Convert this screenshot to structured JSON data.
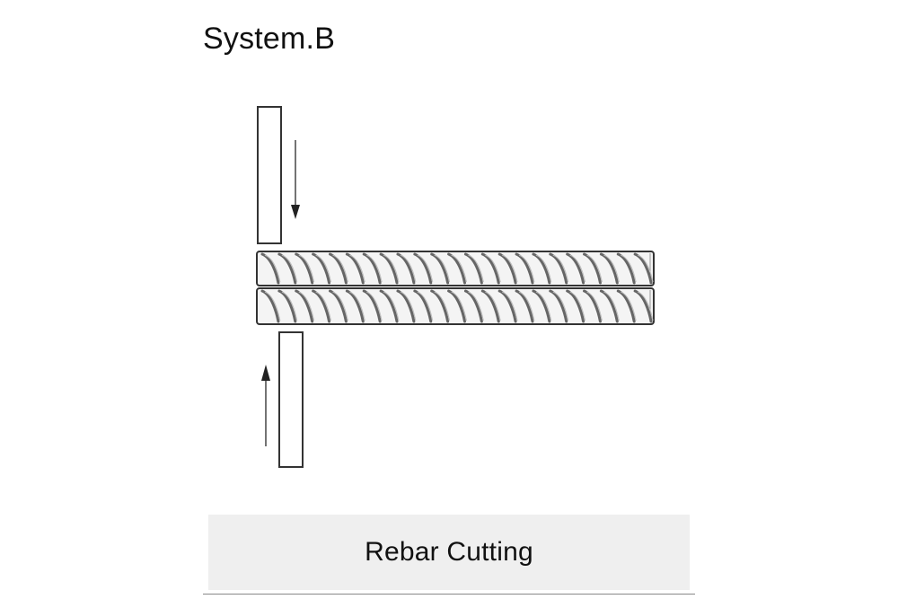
{
  "header": {
    "title": "System.B"
  },
  "caption": {
    "label": "Rebar Cutting"
  },
  "colors": {
    "outline": "#333333",
    "rib": "#666666",
    "caption_bg": "#efefef"
  },
  "rebar": {
    "bar_count": 2,
    "ribs_per_bar": 23
  }
}
